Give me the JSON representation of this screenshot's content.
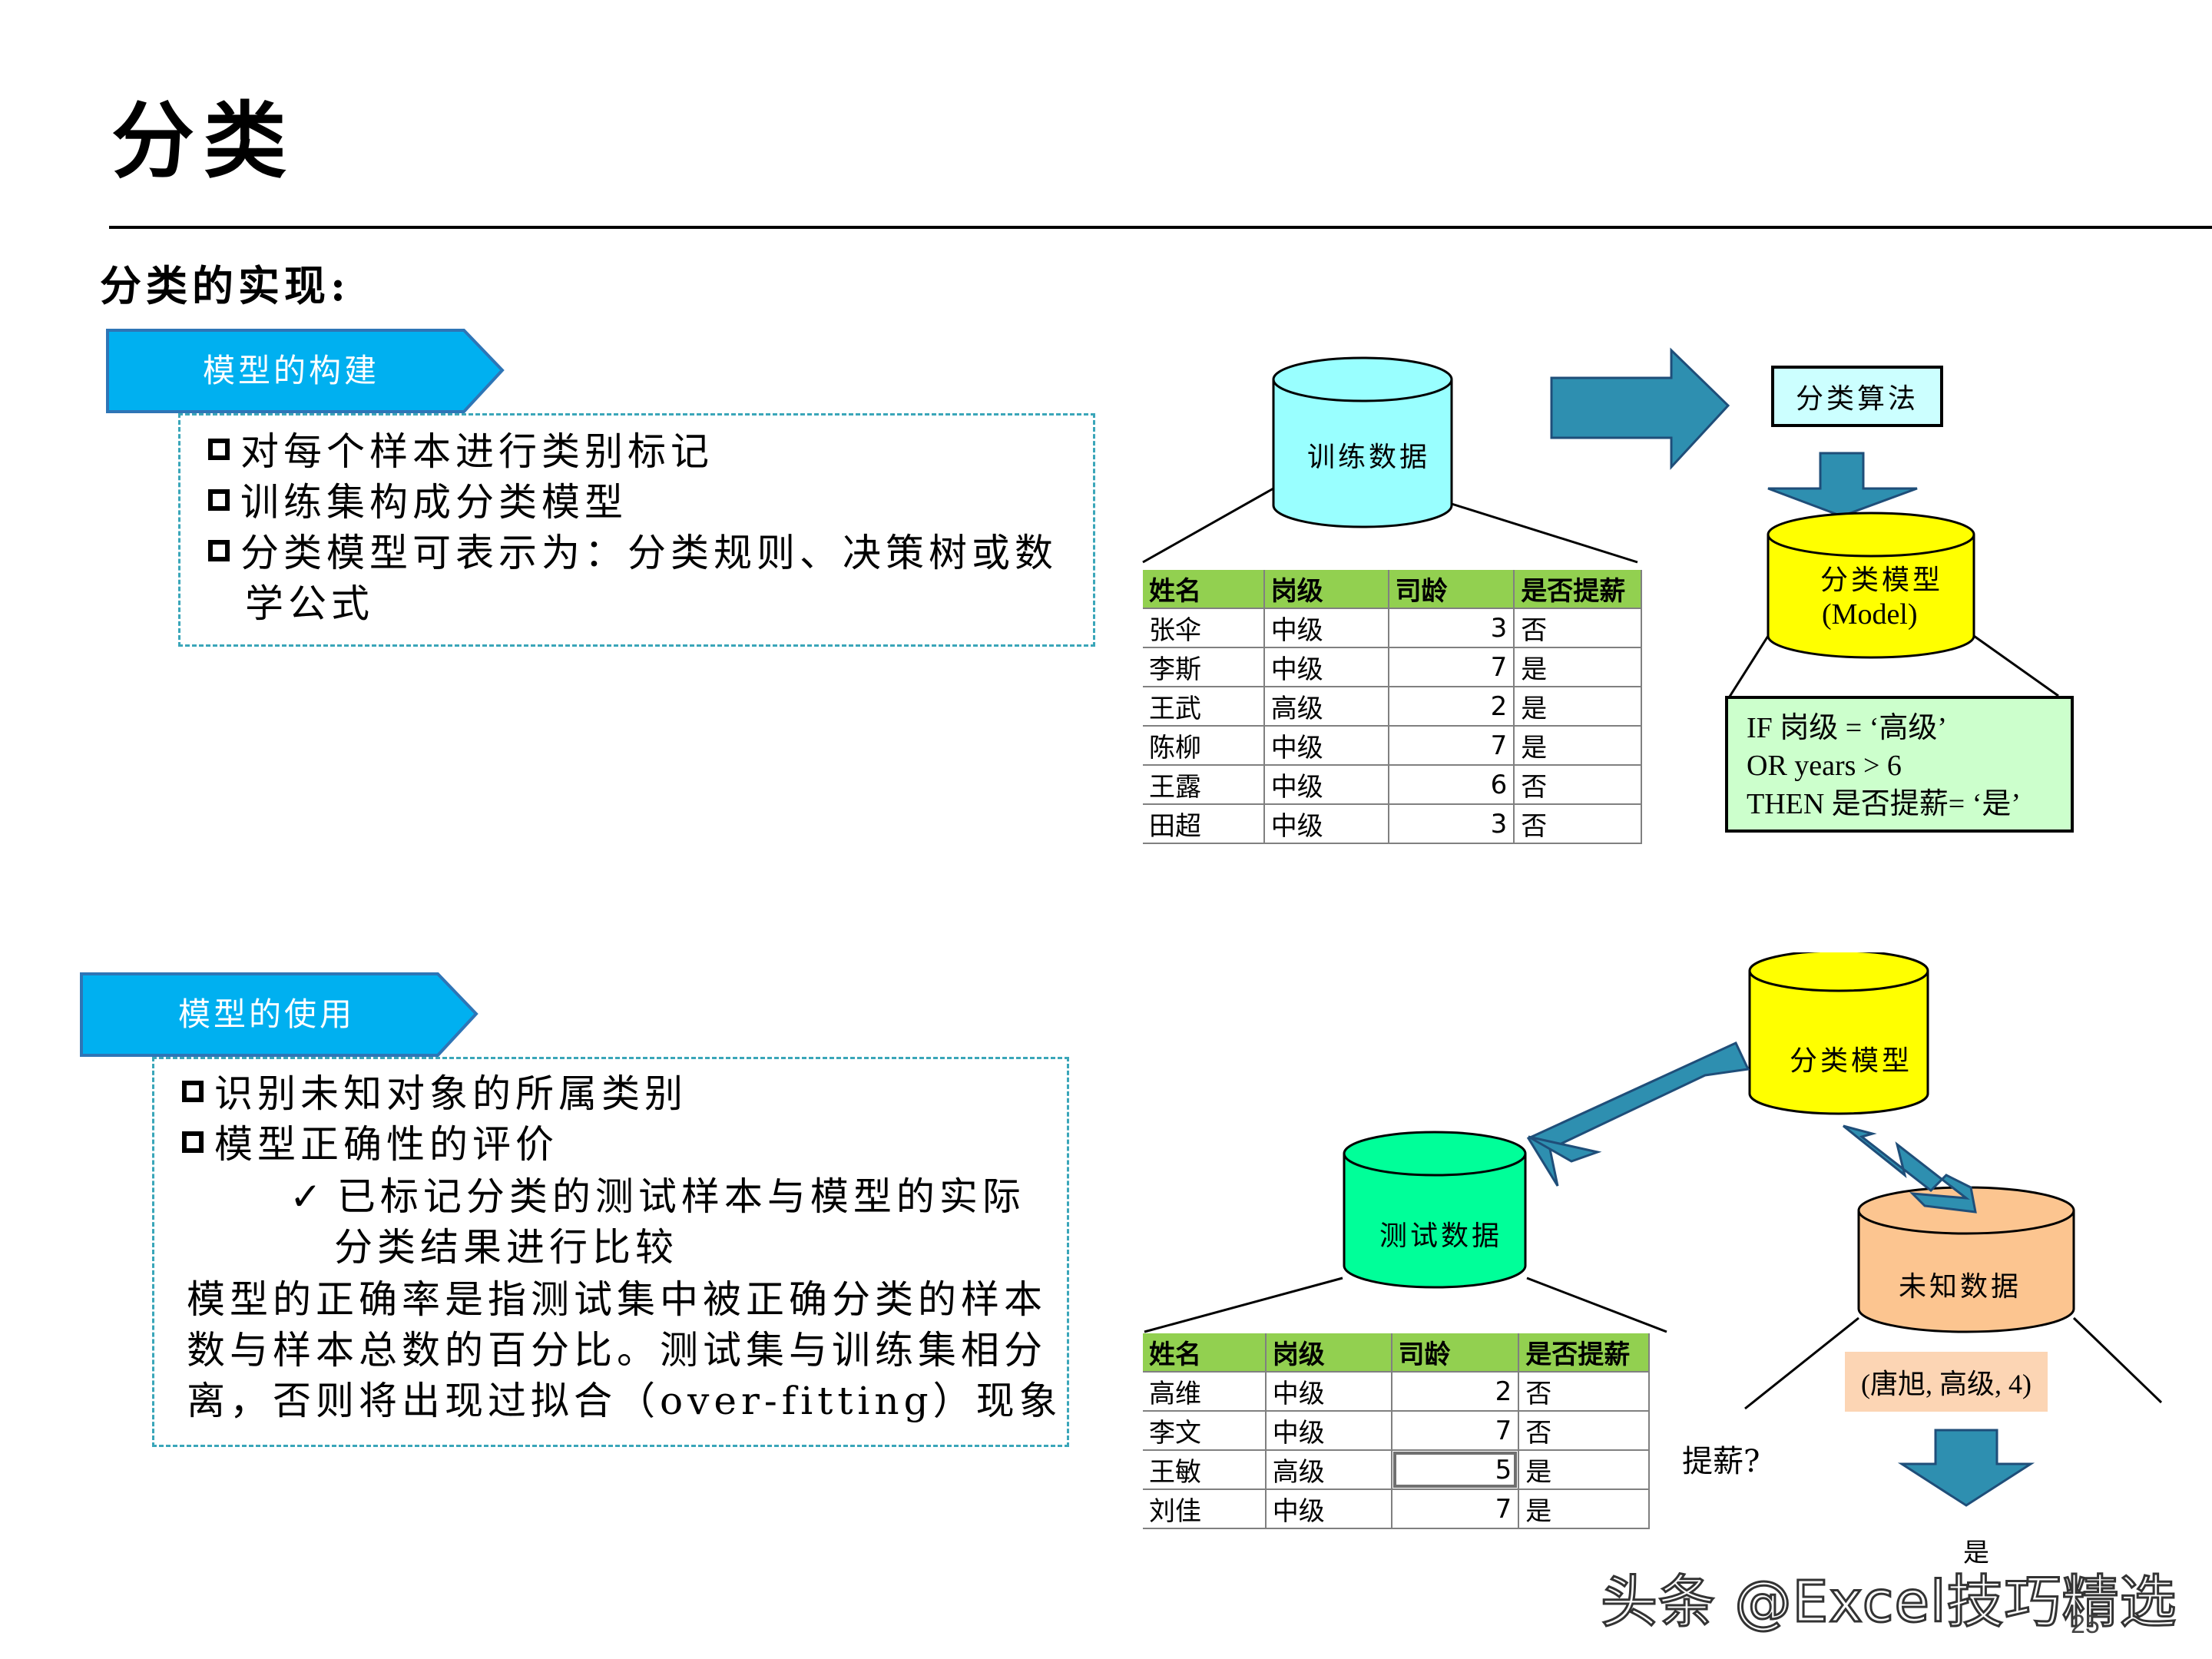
{
  "title": "分类",
  "section_heading": "分类的实现:",
  "build": {
    "tag": "模型的构建",
    "bullets": [
      "对每个样本进行类别标记",
      "训练集构成分类模型",
      "分类模型可表示为：分类规则、决策树或数"
    ],
    "bullet3_cont": "学公式"
  },
  "train_cylinder": "训练数据",
  "algo_box": "分类算法",
  "model_top": {
    "line1": "分类模型",
    "line2": "(Model)"
  },
  "train_table": {
    "headers": [
      "姓名",
      "岗级",
      "司龄",
      "是否提薪"
    ],
    "rows": [
      [
        "张伞",
        "中级",
        "3",
        "否"
      ],
      [
        "李斯",
        "中级",
        "7",
        "是"
      ],
      [
        "王武",
        "高级",
        "2",
        "是"
      ],
      [
        "陈柳",
        "中级",
        "7",
        "是"
      ],
      [
        "王露",
        "中级",
        "6",
        "否"
      ],
      [
        "田超",
        "中级",
        "3",
        "否"
      ]
    ]
  },
  "rule": {
    "line1": "IF 岗级 = ‘高级’",
    "line2": "OR years > 6",
    "line3": "THEN 是否提薪= ‘是’"
  },
  "use": {
    "tag": "模型的使用",
    "bullets": [
      "识别未知对象的所属类别",
      "模型正确性的评价"
    ],
    "check_line1": "已标记分类的测试样本与模型的实际",
    "check_line2": "分类结果进行比较",
    "para": [
      "模型的正确率是指测试集中被正确分类的样本",
      "数与样本总数的百分比。测试集与训练集相分",
      "离，否则将出现过拟合（over-fitting）现象"
    ]
  },
  "model_bottom": "分类模型",
  "test_cylinder": "测试数据",
  "unknown_cylinder": "未知数据",
  "test_table": {
    "headers": [
      "姓名",
      "岗级",
      "司龄",
      "是否提薪"
    ],
    "rows": [
      [
        "高维",
        "中级",
        "2",
        "否"
      ],
      [
        "李文",
        "中级",
        "7",
        "否"
      ],
      [
        "王敏",
        "高级",
        "5",
        "是"
      ],
      [
        "刘佳",
        "中级",
        "7",
        "是"
      ]
    ]
  },
  "unknown_record": "(唐旭, 高级, 4)",
  "question": "提薪?",
  "answer": "是",
  "watermark": "头条 @Excel技巧精选",
  "page_number": "25",
  "colors": {
    "tag_blue": "#00b0f0",
    "arrow_teal": "#2e8fb0",
    "cyl_cyan": "#99ffff",
    "cyl_yellow": "#ffff00",
    "cyl_green": "#00ff99",
    "cyl_orange": "#fcc590",
    "table_header": "#92d050"
  }
}
